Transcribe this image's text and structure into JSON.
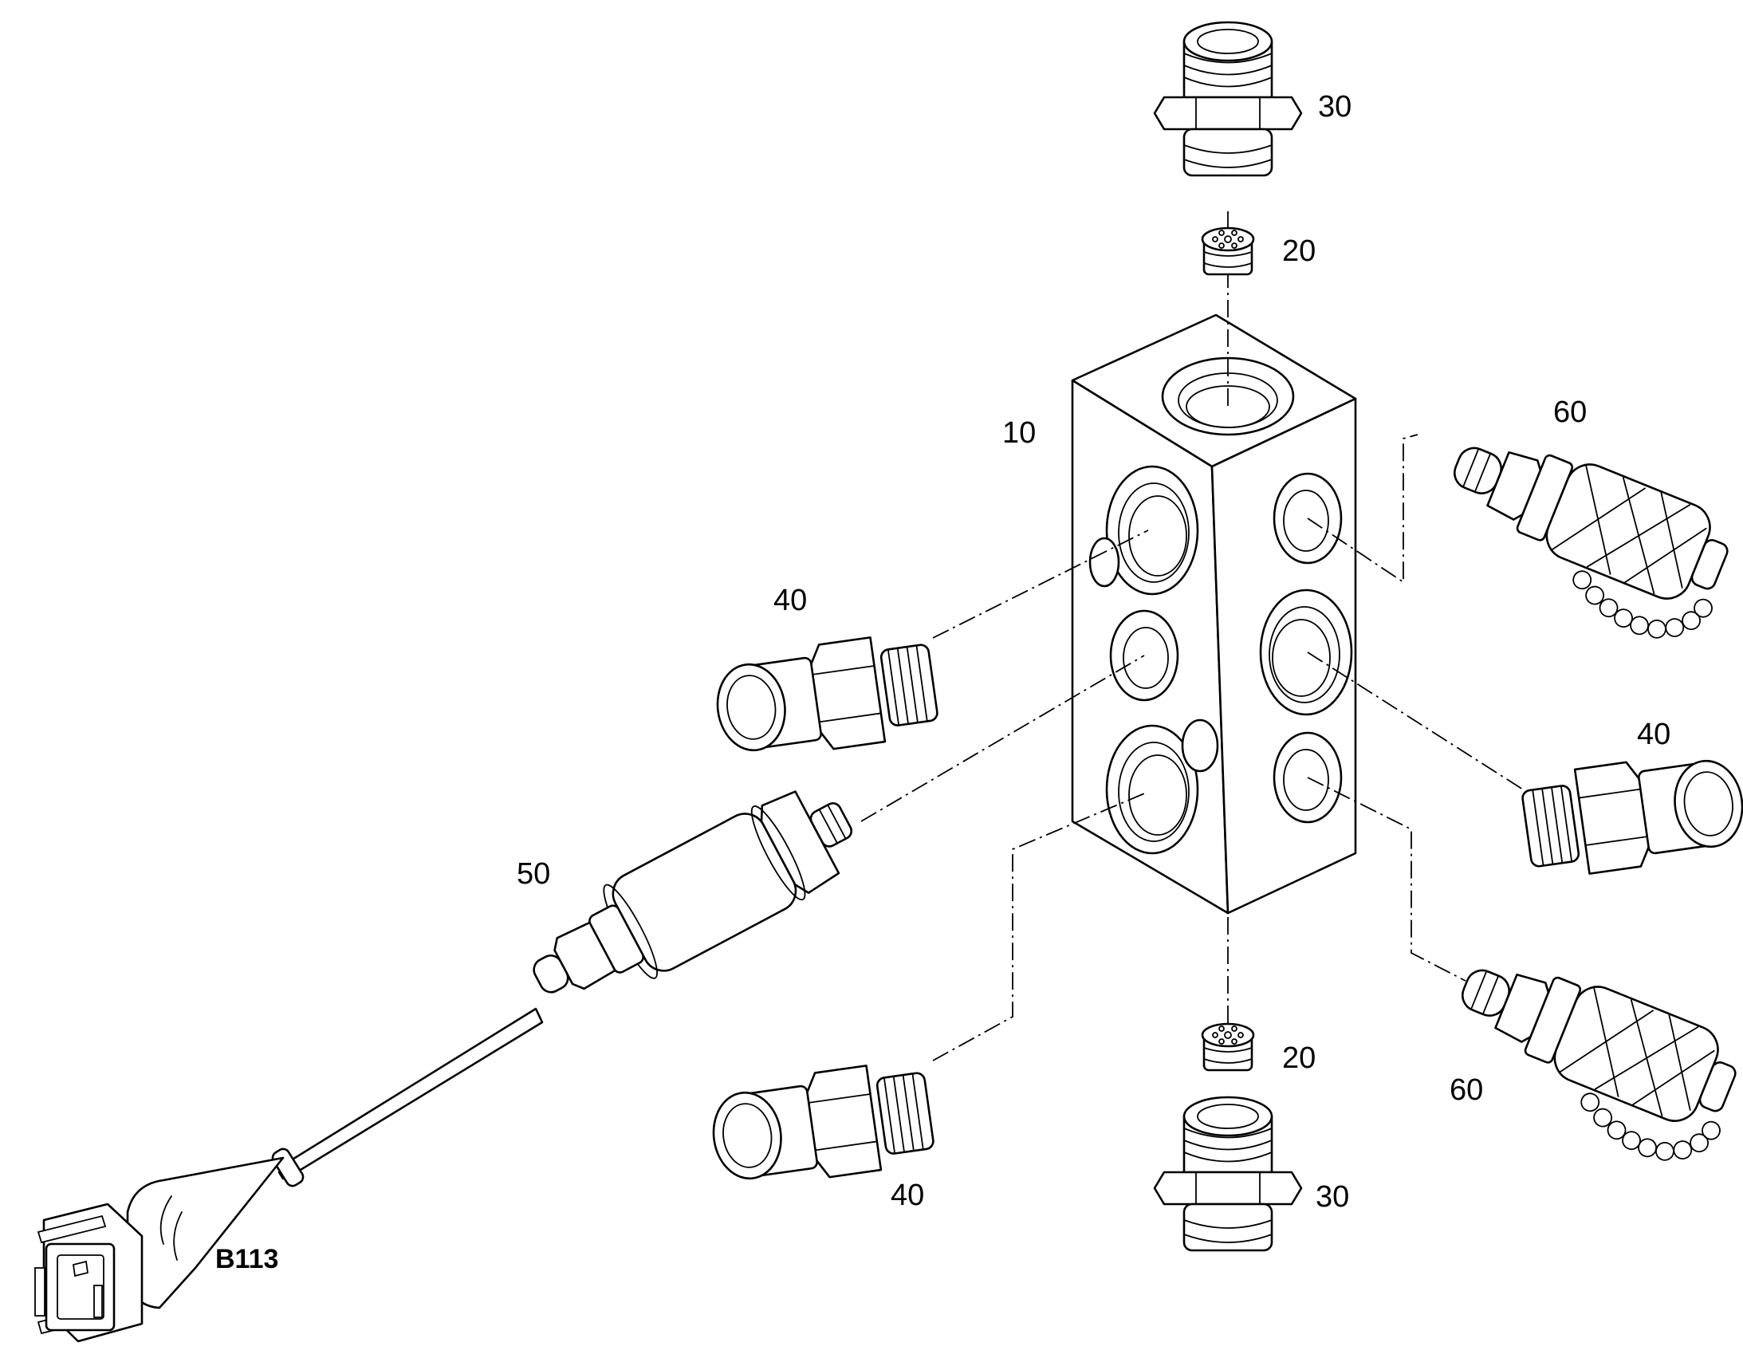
{
  "callouts": {
    "block": "10",
    "strainer_top": "20",
    "strainer_bottom": "20",
    "adapter_top": "30",
    "adapter_bottom": "30",
    "adapter_left_upper": "40",
    "adapter_right": "40",
    "adapter_left_lower": "40",
    "pressure_sensor": "50",
    "coupling_upper": "60",
    "coupling_lower": "60",
    "connector": "B113"
  },
  "colors": {
    "line": "#000000",
    "background": "#ffffff"
  }
}
